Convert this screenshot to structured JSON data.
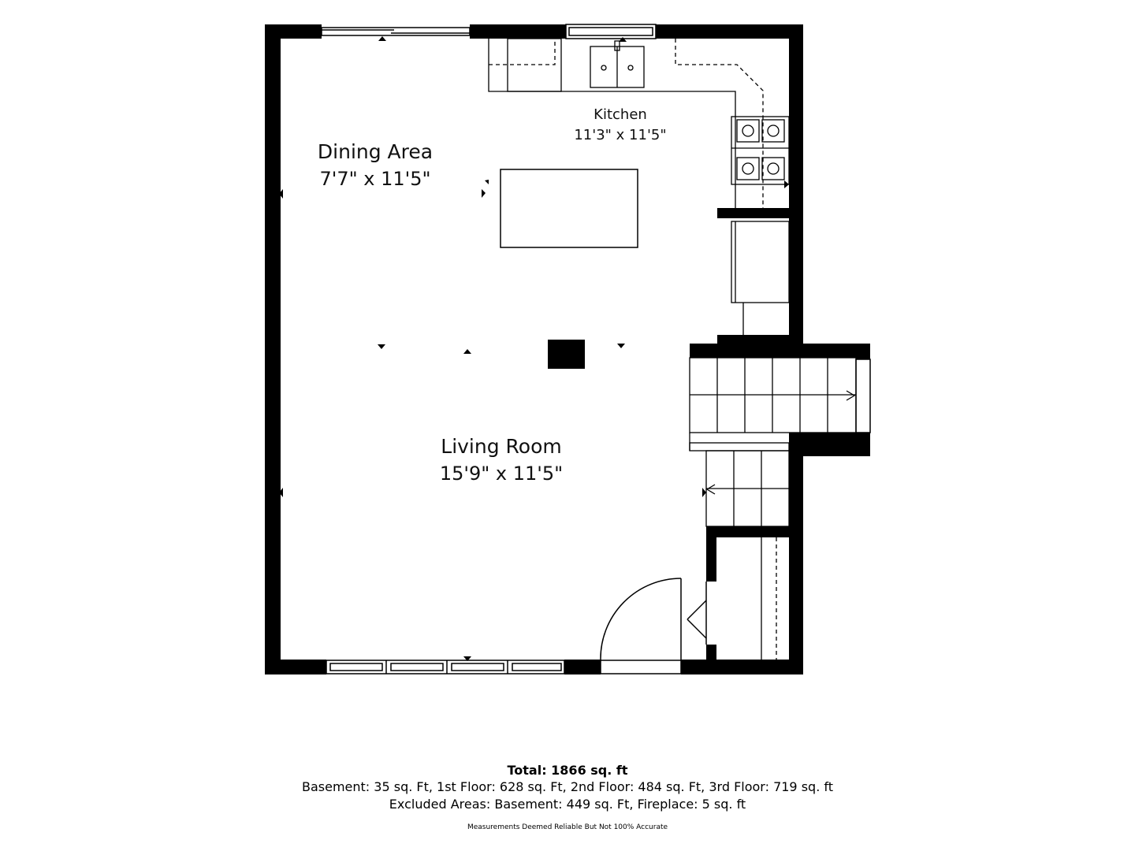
{
  "rooms": {
    "dining": {
      "name": "Dining Area",
      "dims": "7'7\" x 11'5\""
    },
    "kitchen": {
      "name": "Kitchen",
      "dims": "11'3\" x 11'5\""
    },
    "living": {
      "name": "Living Room",
      "dims": "15'9\" x 11'5\""
    }
  },
  "footer": {
    "total": "Total: 1866 sq. ft",
    "breakdown": "Basement: 35 sq. Ft, 1st Floor: 628 sq. Ft, 2nd Floor: 484 sq. Ft, 3rd Floor: 719 sq. ft",
    "excluded": "Excluded Areas: Basement: 449 sq. Ft, Fireplace: 5 sq. ft",
    "disclaimer": "Measurements Deemed Reliable But Not 100% Accurate"
  },
  "colors": {
    "wall": "#000000",
    "line": "#000000",
    "background": "#ffffff"
  }
}
